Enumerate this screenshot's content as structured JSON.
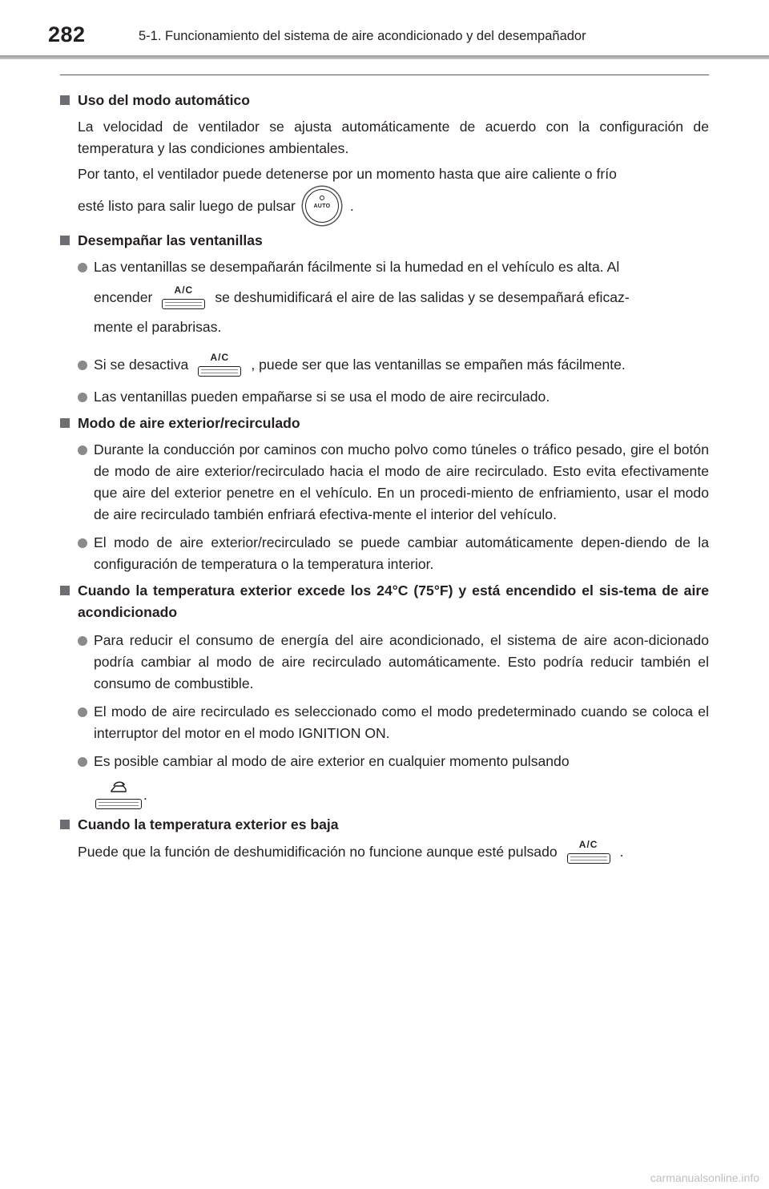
{
  "header": {
    "page_number": "282",
    "chapter_title": "5-1. Funcionamiento del sistema de aire acondicionado y del desempañador"
  },
  "icons": {
    "ac_button_label": "A/C",
    "auto_button_label": "AUTO"
  },
  "sections": {
    "auto_mode": {
      "heading": "Uso del modo automático",
      "p1": "La velocidad de ventilador se ajusta automáticamente de acuerdo con la configuración de temperatura y las condiciones ambientales.",
      "p2_line1": "Por tanto, el ventilador puede detenerse por un momento hasta que aire caliente o frío",
      "p2_line2_before": "esté listo para salir luego de pulsar",
      "p2_line2_after": "."
    },
    "defog": {
      "heading": "Desempañar las ventanillas",
      "b1_line1": "Las ventanillas se desempañarán fácilmente si la humedad en el vehículo es alta. Al",
      "b1_before": "encender",
      "b1_after": "se deshumidificará el aire de las salidas y se desempañará eficaz-",
      "b1_line3": "mente el parabrisas.",
      "b2_before": "Si se desactiva",
      "b2_after": ", puede ser que las ventanillas se empañen más fácilmente.",
      "b3": "Las ventanillas pueden empañarse si se usa el modo de aire recirculado."
    },
    "air_mode": {
      "heading": "Modo de aire exterior/recirculado",
      "b1": "Durante la conducción por caminos con mucho polvo como túneles o tráfico pesado, gire el botón de modo de aire exterior/recirculado hacia el modo de aire recirculado. Esto evita efectivamente que aire del exterior penetre en el vehículo. En un procedi-miento de enfriamiento, usar el modo de aire recirculado también enfriará efectiva-mente el interior del vehículo.",
      "b2": "El modo de aire exterior/recirculado se puede cambiar automáticamente depen-diendo de la configuración de temperatura o la temperatura interior."
    },
    "hot": {
      "heading": "Cuando la temperatura exterior excede los 24°C (75°F) y está encendido el sis-tema de aire acondicionado",
      "b1": "Para reducir el consumo de energía del aire acondicionado, el sistema de aire acon-dicionado podría cambiar al modo de aire recirculado automáticamente. Esto podría reducir también el consumo de combustible.",
      "b2": "El modo de aire recirculado es seleccionado como el modo predeterminado cuando se coloca el interruptor del motor en el modo IGNITION ON.",
      "b3_line1": "Es posible cambiar al modo de aire exterior en cualquier momento pulsando",
      "b3_after": "."
    },
    "cold": {
      "heading": "Cuando la temperatura exterior es baja",
      "p_before": "Puede que la función de deshumidificación no funcione aunque esté pulsado",
      "p_after": "."
    }
  },
  "watermark": "carmanualsonline.info"
}
